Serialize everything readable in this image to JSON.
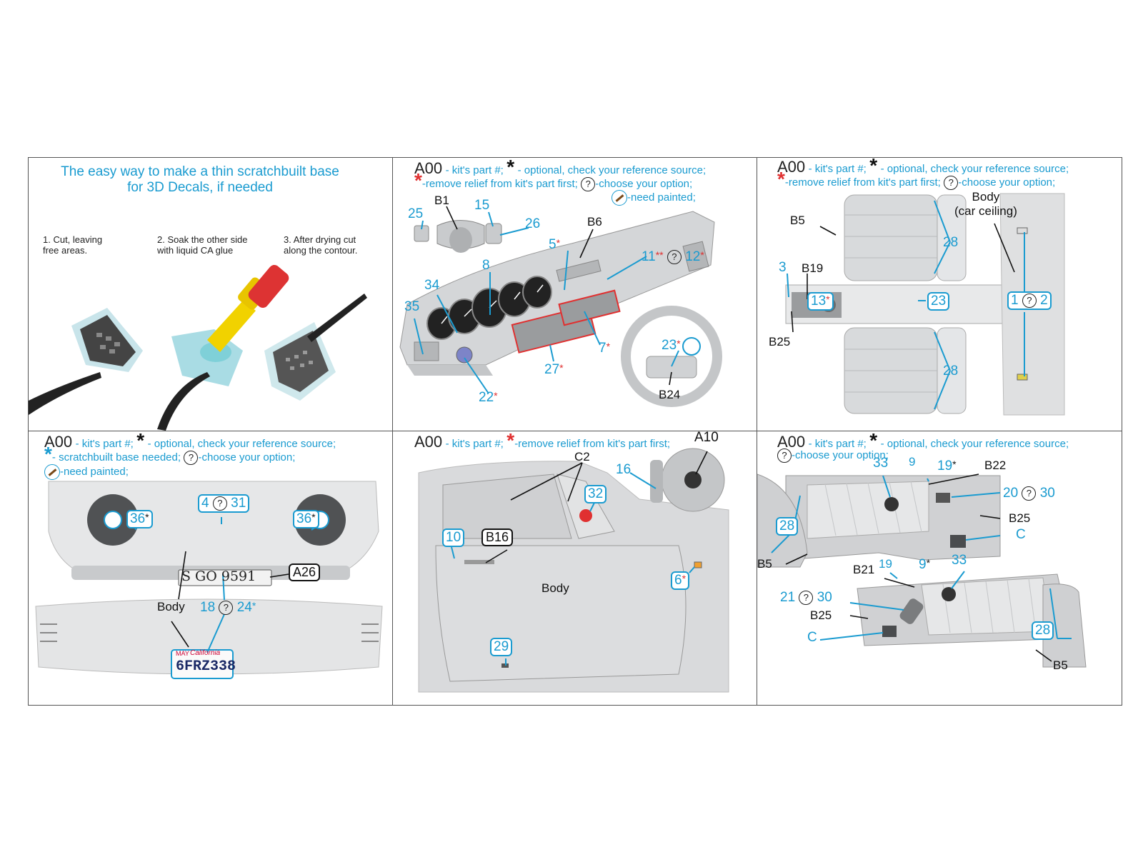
{
  "legend": {
    "code": "A00",
    "kits_part": "- kit's part #;",
    "optional": "- optional, check your reference source;",
    "remove_relief": "-remove relief from kit's part first;",
    "remove_relief_p5": "-remove relief from kit's part first;",
    "choose_option": "-choose your option;",
    "need_painted": "-need painted;",
    "scratchbuilt": "- scratchbuilt base needed;",
    "q": "?"
  },
  "panel1": {
    "title_line1": "The easy way to make a thin scratchbuilt base",
    "title_line2": "for 3D Decals, if needed",
    "step1": "1. Cut, leaving\nfree areas.",
    "step2": "2. Soak the other side\nwith liquid CA glue",
    "step3": "3. After drying cut\nalong the contour."
  },
  "panel2": {
    "parts": [
      "25",
      "15",
      "26",
      "5",
      "11",
      "12",
      "8",
      "34",
      "35",
      "27",
      "7",
      "22",
      "23"
    ],
    "kit_labels": [
      "B1",
      "B6",
      "B24"
    ]
  },
  "panel3": {
    "parts": [
      "3",
      "13",
      "23",
      "28",
      "28",
      "1",
      "2"
    ],
    "kit_labels": [
      "B5",
      "B19",
      "B25"
    ],
    "body_label": "Body\n(car ceiling)"
  },
  "panel4": {
    "parts": [
      "36",
      "4",
      "31",
      "36",
      "18",
      "24"
    ],
    "kit_labels": [
      "A26"
    ],
    "body_label": "Body",
    "plate_front": "S GO 9591",
    "plate_rear": "6FRZ338",
    "plate_rear_state": "California",
    "plate_rear_month": "MAY"
  },
  "panel5": {
    "parts": [
      "16",
      "32",
      "10",
      "6",
      "29"
    ],
    "kit_labels": [
      "C2",
      "A10",
      "B16"
    ],
    "body_label": "Body"
  },
  "panel6": {
    "parts": [
      "33",
      "9",
      "19",
      "20",
      "30",
      "28",
      "19",
      "9",
      "33",
      "21",
      "30",
      "28"
    ],
    "kit_labels": [
      "B22",
      "B25",
      "C",
      "B5",
      "B21",
      "B25",
      "C",
      "B5"
    ]
  },
  "colors": {
    "accent_blue": "#1a9bd0",
    "relief_red": "#e03030",
    "part_grey": "#d4d6d8"
  }
}
